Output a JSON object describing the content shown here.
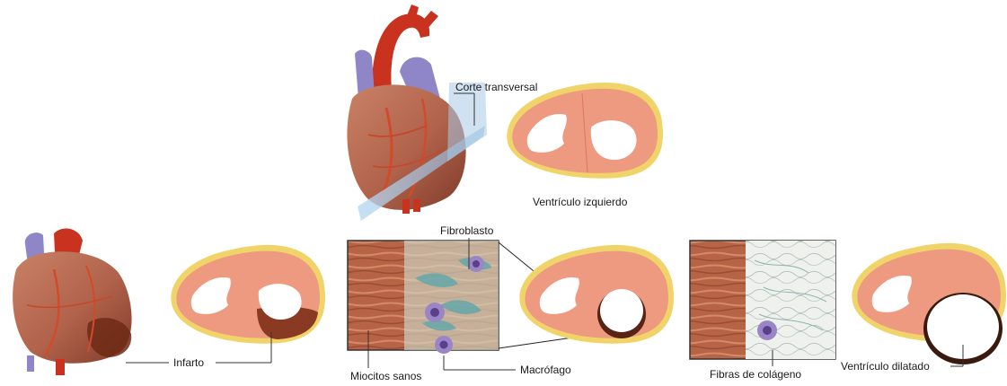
{
  "labels": {
    "cross_section": "Corte transversal",
    "left_ventricle": "Ventrículo izquierdo",
    "infarct": "Infarto",
    "fibroblast": "Fibroblasto",
    "healthy_myocytes": "Miocitos sanos",
    "macrophage": "Macrófago",
    "collagen_fibers": "Fibras de colágeno",
    "dilated_ventricle": "Ventrículo dilatado"
  },
  "colors": {
    "myocardium": "#ee9a80",
    "myocardium_dark": "#d9785f",
    "fat": "#f0d46a",
    "infarct": "#8a3a22",
    "cavity": "#ffffff",
    "aorta": "#c8321f",
    "vein": "#8f86c8",
    "heart": "#b8664c",
    "plane": "#9cc4e6"
  }
}
